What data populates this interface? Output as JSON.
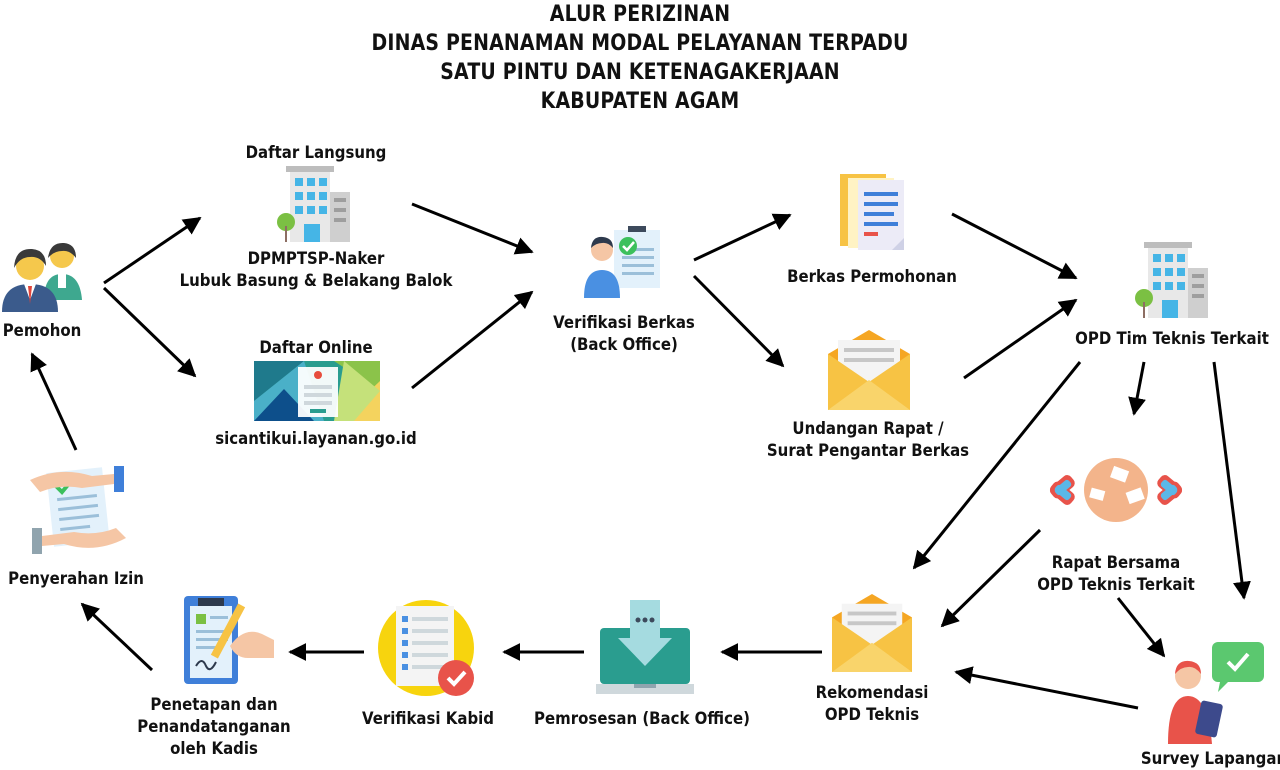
{
  "title": {
    "line1": "ALUR PERIZINAN",
    "line2": "DINAS PENANAMAN MODAL PELAYANAN TERPADU",
    "line3": "SATU PINTU DAN KETENAGAKERJAAN",
    "line4": "KABUPATEN AGAM"
  },
  "nodes": {
    "pemohon": {
      "label": "Pemohon",
      "icon": "users-icon"
    },
    "daftar_langsung": {
      "heading": "Daftar Langsung",
      "line1": "DPMPTSP-Naker",
      "line2": "Lubuk Basung & Belakang Balok",
      "icon": "office-building-icon"
    },
    "daftar_online": {
      "heading": "Daftar Online",
      "label": "sicantikui.layanan.go.id",
      "icon": "website-screenshot-icon"
    },
    "verifikasi_berkas": {
      "line1": "Verifikasi Berkas",
      "line2": "(Back Office)",
      "icon": "officer-checklist-icon"
    },
    "berkas_permohonan": {
      "label": "Berkas Permohonan",
      "icon": "documents-icon"
    },
    "undangan_rapat": {
      "line1": "Undangan Rapat /",
      "line2": "Surat Pengantar Berkas",
      "icon": "envelope-icon"
    },
    "opd_tim_teknis": {
      "label": "OPD Tim Teknis Terkait",
      "icon": "office-building-icon"
    },
    "rapat_bersama": {
      "line1": "Rapat Bersama",
      "line2": "OPD Teknis Terkait",
      "icon": "meeting-table-icon"
    },
    "survey_lapangan": {
      "label": "Survey Lapangan",
      "icon": "survey-person-icon"
    },
    "rekomendasi": {
      "line1": "Rekomendasi",
      "line2": "OPD Teknis",
      "icon": "envelope-icon"
    },
    "pemrosesan": {
      "label": "Pemrosesan (Back Office)",
      "icon": "laptop-download-icon"
    },
    "verifikasi_kabid": {
      "label": "Verifikasi Kabid",
      "icon": "checklist-approved-icon"
    },
    "penetapan": {
      "line1": "Penetapan dan",
      "line2": "Penandatanganan",
      "line3": "oleh Kadis",
      "icon": "signing-document-icon"
    },
    "penyerahan_izin": {
      "label": "Penyerahan Izin",
      "icon": "handover-document-icon"
    }
  },
  "colors": {
    "arrow": "#000000",
    "blue": "#4a90e2",
    "teal": "#2bb3b5",
    "yellow": "#f7c344",
    "green": "#5bc86f",
    "red": "#e8534a",
    "skin": "#f5c6a5"
  }
}
